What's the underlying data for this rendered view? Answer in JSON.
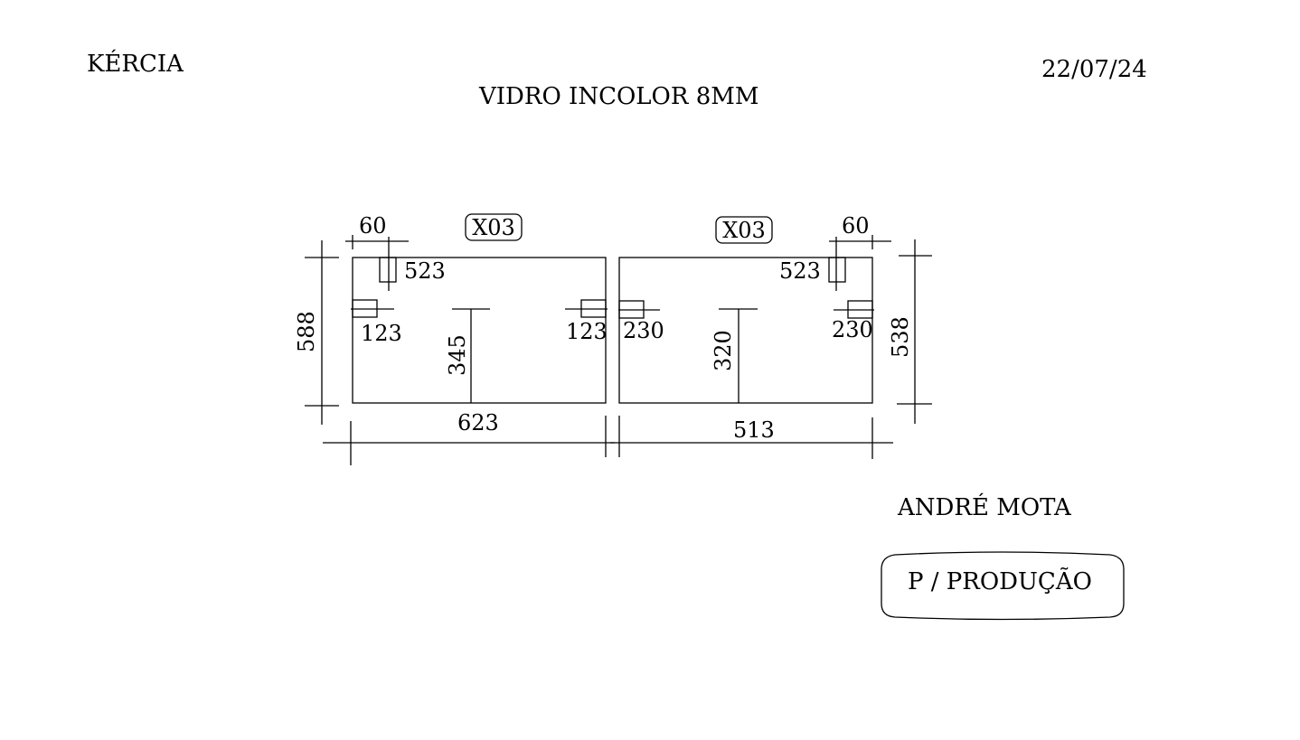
{
  "header": {
    "client": "KÉRCIA",
    "date": "22/07/24",
    "material": "VIDRO INCOLOR 8MM"
  },
  "pieces": [
    {
      "tag": "X03",
      "width": "623",
      "height": "588",
      "notch_width": "60",
      "notch_offset": "523",
      "side_hole_left": "123",
      "side_hole_right": "123",
      "center_height": "345"
    },
    {
      "tag": "X03",
      "width": "513",
      "height": "538",
      "notch_width": "60",
      "notch_offset": "523",
      "side_hole_left": "230",
      "side_hole_right": "230",
      "center_height": "320"
    }
  ],
  "footer": {
    "author": "ANDRÉ MOTA",
    "stamp": "P / PRODUÇÃO"
  }
}
